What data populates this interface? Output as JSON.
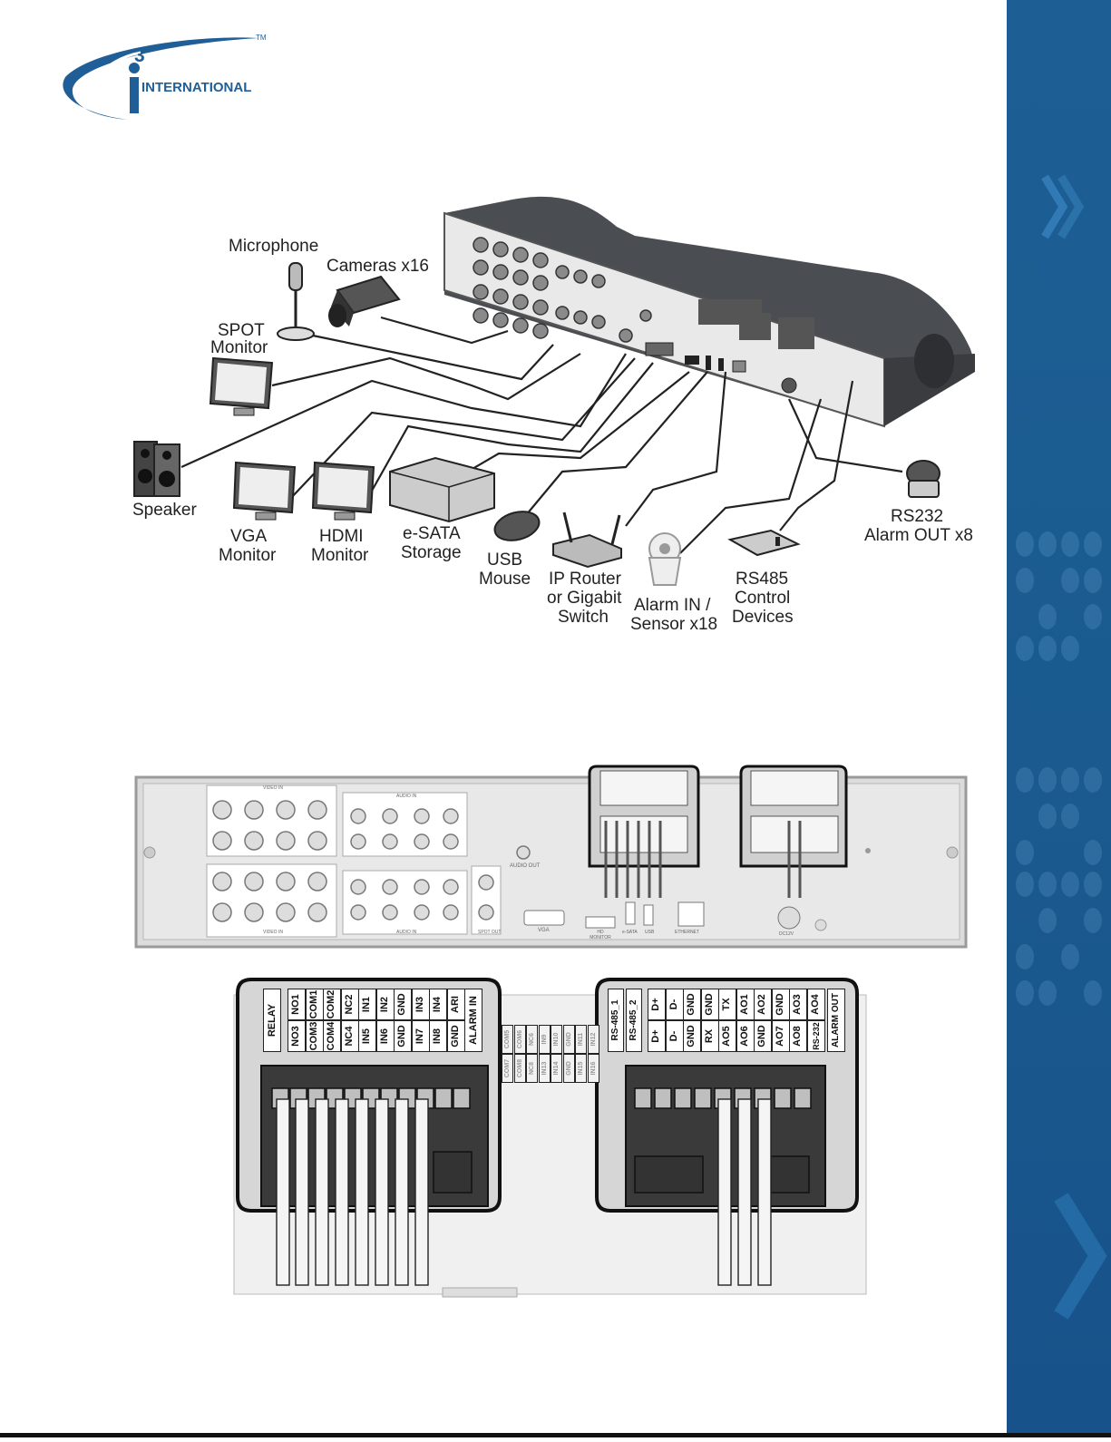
{
  "brand": {
    "superscript": "3",
    "name": "INTERNATIONAL",
    "trademark": "TM"
  },
  "labels": {
    "microphone": "Microphone",
    "cameras": "Cameras x16",
    "spot_line1": "SPOT",
    "spot_line2": "Monitor",
    "speaker": "Speaker",
    "vga_line1": "VGA",
    "vga_line2": "Monitor",
    "hdmi_line1": "HDMI",
    "hdmi_line2": "Monitor",
    "esata_line1": "e-SATA",
    "esata_line2": "Storage",
    "usb_line1": "USB",
    "usb_line2": "Mouse",
    "router_line1": "IP Router",
    "router_line2": "or Gigabit",
    "router_line3": "Switch",
    "alarmin_line1": "Alarm IN /",
    "alarmin_line2": "Sensor x18",
    "rs485_line1": "RS485",
    "rs485_line2": "Control",
    "rs485_line3": "Devices",
    "rs232_line1": "RS232",
    "rs232_line2": "Alarm OUT x8"
  },
  "rear_panel": {
    "video_in": "VIDEO IN",
    "audio_in": "AUDIO IN",
    "audio_out": "AUDIO OUT",
    "vga": "VGA",
    "hd_monitor": "HD MONITOR",
    "esata": "e-SATA",
    "usb": "USB",
    "ethernet": "ETHERNET",
    "dc12v": "DC12V",
    "spot_out": "SPOT OUT"
  },
  "left_block": {
    "relay": "RELAY",
    "top_row": [
      "NO1",
      "COM1",
      "COM2",
      "NC2",
      "IN1",
      "IN2",
      "GND",
      "IN3",
      "IN4",
      "ARI"
    ],
    "bottom_row": [
      "NO3",
      "COM3",
      "COM4",
      "NC4",
      "IN5",
      "IN6",
      "GND",
      "IN7",
      "IN8",
      "GND"
    ],
    "alarm_in": "ALARM IN",
    "faded": [
      "COM5",
      "COM6",
      "NC6",
      "IN9",
      "IN10",
      "GND",
      "IN11",
      "IN12",
      "COM7",
      "COM8",
      "NC8",
      "IN13",
      "IN14",
      "GND",
      "IN15",
      "IN16"
    ]
  },
  "right_block": {
    "rs485_1": "RS-485_1",
    "rs485_2": "RS-485_2",
    "top_row": [
      "D+",
      "D-",
      "GND",
      "GND",
      "TX",
      "AO1",
      "AO2",
      "GND",
      "AO3",
      "AO4"
    ],
    "bottom_row": [
      "D+",
      "D-",
      "GND",
      "RX",
      "AO5",
      "AO6",
      "GND",
      "AO7",
      "AO8"
    ],
    "rs232": "RS-232",
    "alarm_out": "ALARM OUT"
  }
}
